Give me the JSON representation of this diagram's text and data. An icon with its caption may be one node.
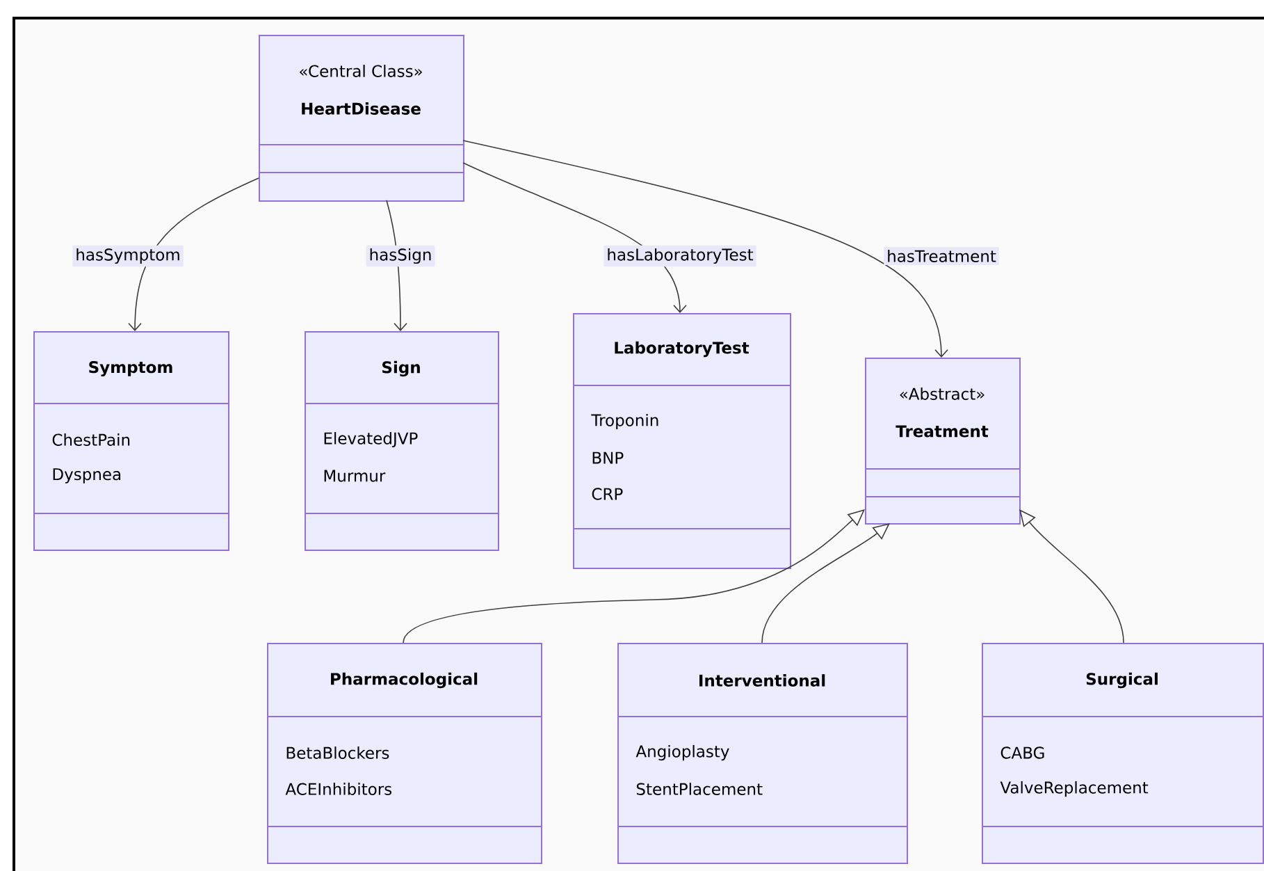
{
  "diagram": {
    "nodes": [
      {
        "text": [
          "«Central Class»",
          "HeartDisease"
        ]
      },
      {
        "text": [
          "Symptom",
          "ChestPain",
          "Dyspnea"
        ]
      },
      {
        "text": [
          "Sign",
          "ElevatedJVP",
          "Murmur"
        ]
      },
      {
        "text": [
          "LaboratoryTest",
          "Troponin",
          "BNP",
          "CRP"
        ]
      },
      {
        "text": [
          "«Abstract»",
          "Treatment"
        ]
      },
      {
        "text": [
          "Pharmacological",
          "BetaBlockers",
          "ACEInhibitors"
        ]
      },
      {
        "text": [
          "Interventional",
          "Angioplasty",
          "StentPlacement"
        ]
      },
      {
        "text": [
          "Surgical",
          "CABG",
          "ValveReplacement"
        ]
      }
    ],
    "edges": [
      {
        "from": 0,
        "to": 1,
        "arrow": "to",
        "label": "hasSymptom"
      },
      {
        "from": 0,
        "to": 2,
        "arrow": "to",
        "label": "hasSign"
      },
      {
        "from": 0,
        "to": 3,
        "arrow": "to",
        "label": "hasLaboratoryTest"
      },
      {
        "from": 0,
        "to": 4,
        "arrow": "to",
        "label": "hasTreatment"
      },
      {
        "from": 5,
        "to": 4,
        "arrow": "to"
      },
      {
        "from": 6,
        "to": 4,
        "arrow": "to"
      },
      {
        "from": 7,
        "to": 4,
        "arrow": "to"
      }
    ]
  }
}
